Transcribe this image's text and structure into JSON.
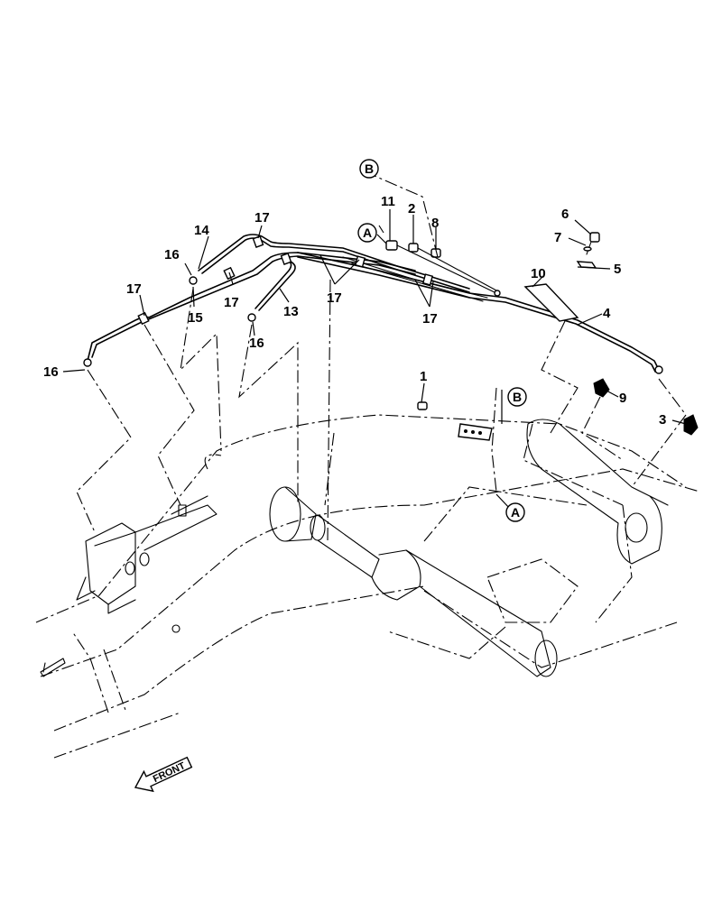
{
  "diagram": {
    "part_labels": {
      "p1": "1",
      "p2": "2",
      "p3": "3",
      "p4": "4",
      "p5": "5",
      "p6": "6",
      "p7": "7",
      "p8": "8",
      "p9": "9",
      "p10": "10",
      "p11": "11",
      "p13": "13",
      "p14": "14",
      "p15": "15",
      "p16a": "16",
      "p16b": "16",
      "p16c": "16",
      "p17a": "17",
      "p17b": "17",
      "p17c": "17",
      "p17d": "17",
      "p17e": "17"
    },
    "reference_markers": {
      "b_top": "B",
      "a_top": "A",
      "b_mid": "B",
      "a_mid": "A"
    },
    "direction_arrow": "FRONT"
  }
}
